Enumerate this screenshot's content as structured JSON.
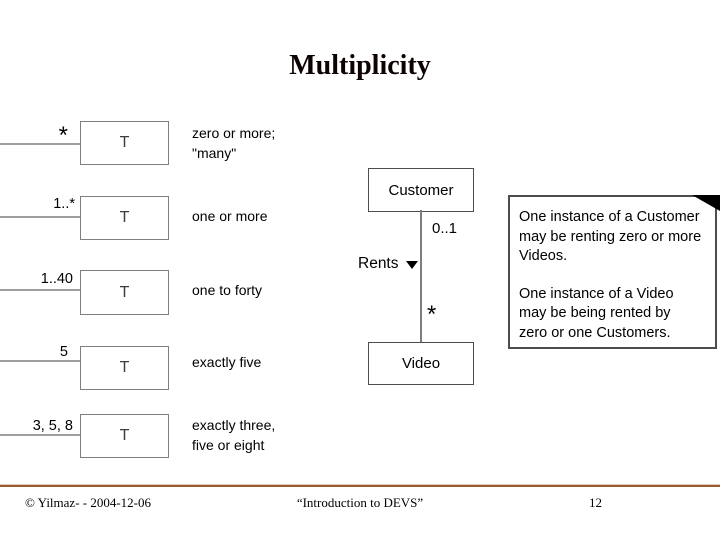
{
  "title": "Multiplicity",
  "rows": [
    {
      "multiplicity": "*",
      "box_label": "T",
      "description": "zero or more;\n\"many\""
    },
    {
      "multiplicity": "1..*",
      "box_label": "T",
      "description": "one or more"
    },
    {
      "multiplicity": "1..40",
      "box_label": "T",
      "description": "one to forty"
    },
    {
      "multiplicity": "5",
      "box_label": "T",
      "description": "exactly five"
    },
    {
      "multiplicity": "3, 5, 8",
      "box_label": "T",
      "description": "exactly three,\nfive or eight"
    }
  ],
  "diagram": {
    "customer_class": "Customer",
    "video_class": "Video",
    "association": "Rents",
    "customer_end_multiplicity": "0..1",
    "video_end_multiplicity": "*"
  },
  "note": {
    "paragraph_1": "One instance of a Customer may be renting zero or more Videos.",
    "paragraph_2": "One instance of a Video may be being rented by zero or one Customers."
  },
  "footer": {
    "copyright": "© Yilmaz- -  2004-12-06",
    "document_title": "“Introduction to DEVS”",
    "page_number": "12"
  },
  "colors": {
    "title_text": "#0d0303",
    "footer_rule": "#9b5a2d",
    "example_box_border": "#7f7f7f",
    "diagram_border": "#4d4d4d",
    "connector_line": "#9e9e9e",
    "note_fold": "#000000"
  }
}
